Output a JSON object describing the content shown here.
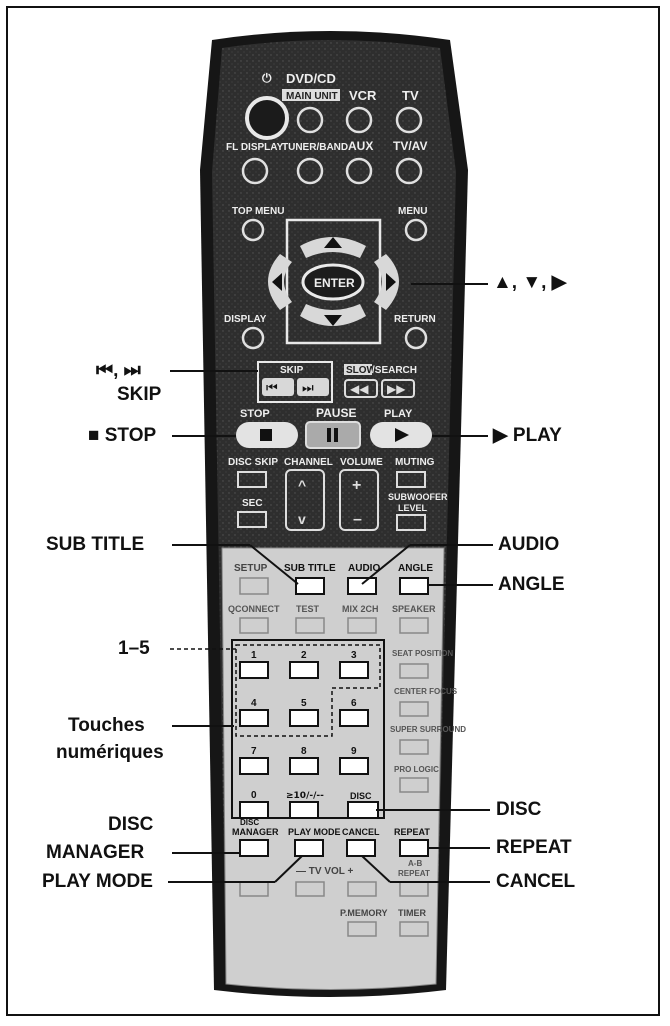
{
  "remote": {
    "top_labels": {
      "dvdcd": "DVD/CD",
      "main_unit": "MAIN UNIT",
      "vcr": "VCR",
      "tv": "TV",
      "fl_display": "FL DISPLAY",
      "tuner_band": "TUNER/BAND",
      "aux": "AUX",
      "tv_av": "TV/AV",
      "top_menu": "TOP MENU",
      "menu": "MENU",
      "enter": "ENTER",
      "display": "DISPLAY",
      "return": "RETURN",
      "skip": "SKIP",
      "slow": "SLOW",
      "search": "/SEARCH",
      "stop": "STOP",
      "pause": "PAUSE",
      "play": "PLAY"
    },
    "mid_labels": {
      "disc_skip": "DISC SKIP",
      "channel": "CHANNEL",
      "volume": "VOLUME",
      "muting": "MUTING",
      "sec": "SEC",
      "subwoofer": "SUBWOOFER",
      "level": "LEVEL",
      "setup": "SETUP",
      "sub_title": "SUB TITLE",
      "audio": "AUDIO",
      "angle": "ANGLE",
      "qconnect": "QCONNECT",
      "test": "TEST",
      "mix_2ch": "MIX 2CH",
      "speaker": "SPEAKER",
      "seat_position": "SEAT POSITION",
      "center_focus": "CENTER FOCUS",
      "super_surround": "SUPER SURROUND",
      "pro_logic": "PRO LOGIC",
      "dvd_n": "≥10/-/--",
      "disc_key": "DISC",
      "disc_manager_line1": "DISC",
      "disc_manager_line2": "MANAGER",
      "play_mode": "PLAY MODE",
      "cancel": "CANCEL",
      "repeat": "REPEAT",
      "ab": "A-B",
      "ab_repeat": "REPEAT",
      "tv_vol": "— TV VOL +",
      "p_memory": "P.MEMORY",
      "timer": "TIMER",
      "digits": [
        "1",
        "2",
        "3",
        "4",
        "5",
        "6",
        "7",
        "8",
        "9",
        "0"
      ]
    }
  },
  "callouts": {
    "arrows": "▲, ▼, ▶",
    "skip_symbols": "⏮, ⏭",
    "skip": "SKIP",
    "stop": "■ STOP",
    "play": "▶ PLAY",
    "sub_title": "SUB TITLE",
    "audio": "AUDIO",
    "angle": "ANGLE",
    "one_five": "1–5",
    "touches_line1": "Touches",
    "touches_line2": "numériques",
    "disc_left_line1": "DISC",
    "disc_left_line2": "MANAGER",
    "play_mode": "PLAY MODE",
    "disc_right": "DISC",
    "repeat": "REPEAT",
    "cancel": "CANCEL"
  },
  "colors": {
    "remote_body": "#2b2b2b",
    "remote_edge": "#161616",
    "button": "#d9d9d9",
    "ink": "#111111"
  }
}
